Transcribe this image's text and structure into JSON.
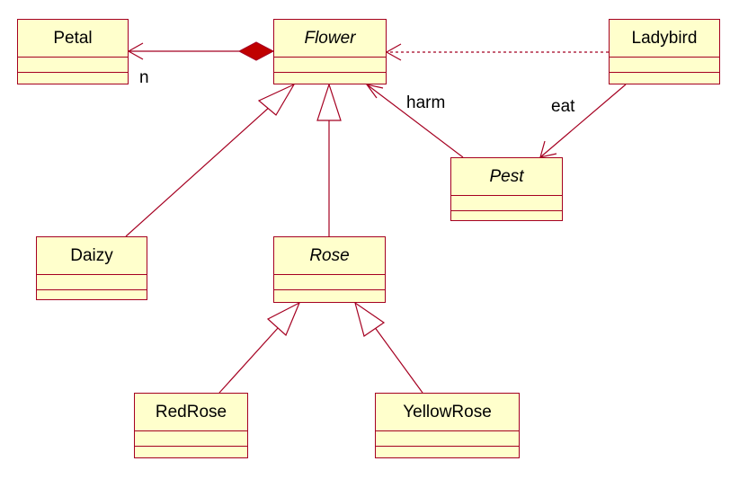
{
  "colors": {
    "line": "#a50021",
    "class_fill": "#ffffcc",
    "text": "#000000"
  },
  "classes": {
    "petal": {
      "name": "Petal",
      "abstract": false
    },
    "flower": {
      "name": "Flower",
      "abstract": true
    },
    "ladybird": {
      "name": "Ladybird",
      "abstract": false
    },
    "pest": {
      "name": "Pest",
      "abstract": true
    },
    "daizy": {
      "name": "Daizy",
      "abstract": false
    },
    "rose": {
      "name": "Rose",
      "abstract": true
    },
    "redrose": {
      "name": "RedRose",
      "abstract": false
    },
    "yellowrose": {
      "name": "YellowRose",
      "abstract": false
    }
  },
  "relations": [
    {
      "kind": "composition",
      "from": "Flower",
      "to": "Petal",
      "label": "n"
    },
    {
      "kind": "dependency",
      "from": "Ladybird",
      "to": "Flower",
      "label": ""
    },
    {
      "kind": "association",
      "from": "Ladybird",
      "to": "Pest",
      "label": "eat"
    },
    {
      "kind": "association",
      "from": "Pest",
      "to": "Flower",
      "label": "harm"
    },
    {
      "kind": "generalization",
      "from": "Daizy",
      "to": "Flower",
      "label": ""
    },
    {
      "kind": "generalization",
      "from": "Rose",
      "to": "Flower",
      "label": ""
    },
    {
      "kind": "generalization",
      "from": "RedRose",
      "to": "Rose",
      "label": ""
    },
    {
      "kind": "generalization",
      "from": "YellowRose",
      "to": "Rose",
      "label": ""
    }
  ]
}
